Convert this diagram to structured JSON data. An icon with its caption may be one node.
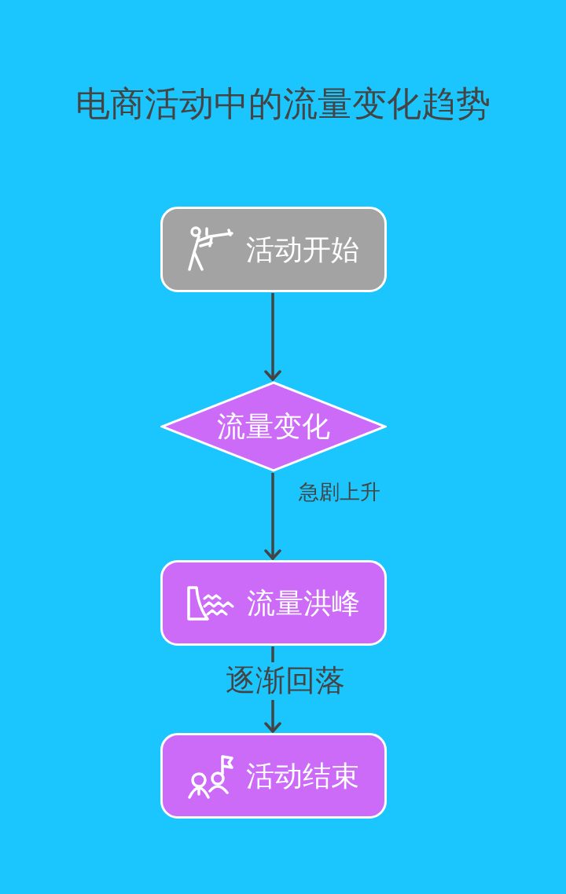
{
  "diagram": {
    "title": "电商活动中的流量变化趋势",
    "nodes": [
      {
        "text": [
          "活动开始"
        ]
      },
      {
        "text": [
          "流量变化"
        ]
      },
      {
        "text": [
          "流量洪峰"
        ]
      },
      {
        "text": [
          "活动结束"
        ]
      }
    ],
    "edges": [
      {
        "from": 0,
        "to": 1,
        "arrow": "to"
      },
      {
        "from": 1,
        "to": 2,
        "arrow": "to",
        "label": "急剧上升"
      },
      {
        "from": 2,
        "to": 3,
        "arrow": "to",
        "label": "逐渐回落"
      }
    ]
  }
}
